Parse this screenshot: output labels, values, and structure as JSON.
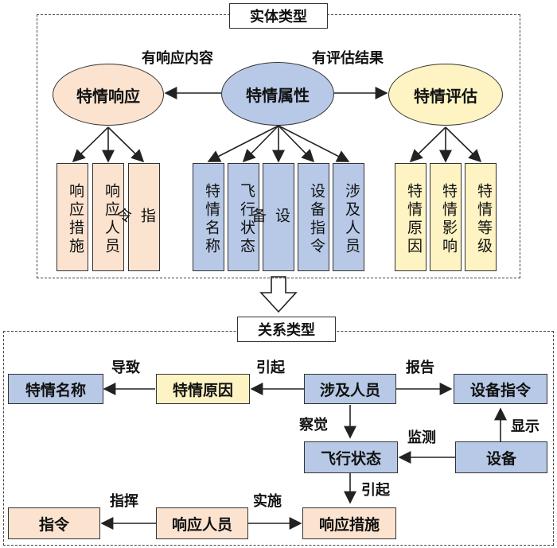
{
  "entity_section": {
    "title": "实体类型",
    "center": "特情属性",
    "left": "特情响应",
    "right": "特情评估",
    "left_edge_label": "有响应内容",
    "right_edge_label": "有评估结果",
    "response_items": [
      "响应措施",
      "响应人员",
      "指令"
    ],
    "attribute_items": [
      "特情名称",
      "飞行状态",
      "设备",
      "设备指令",
      "涉及人员"
    ],
    "assessment_items": [
      "特情原因",
      "特情影响",
      "特情等级"
    ]
  },
  "relation_section": {
    "title": "关系类型",
    "nodes": {
      "incident_name": "特情名称",
      "incident_cause": "特情原因",
      "personnel": "涉及人员",
      "device_cmd": "设备指令",
      "flight_status": "飞行状态",
      "device": "设备",
      "command": "指令",
      "responder": "响应人员",
      "response_measure": "响应措施"
    },
    "edges": {
      "lead_to": "导致",
      "cause1": "引起",
      "report": "报告",
      "perceive": "察觉",
      "monitor": "监测",
      "display": "显示",
      "cause2": "引起",
      "direct": "指挥",
      "implement": "实施"
    }
  },
  "colors": {
    "orange": "#fbe3cf",
    "blue": "#b7c9e6",
    "yellow": "#fdf3c3"
  }
}
